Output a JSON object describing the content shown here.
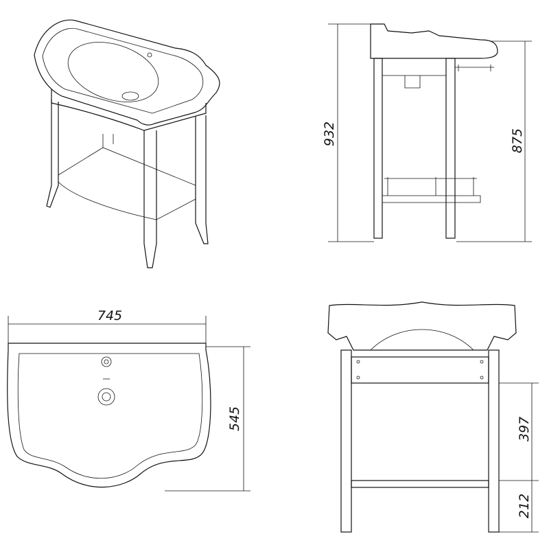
{
  "title": "Washbasin with console stand - dimensional drawing",
  "dimensions": {
    "total_height": "932",
    "console_height": "875",
    "width": "745",
    "depth": "545",
    "upper_leg_segment": "397",
    "lower_leg_segment": "212"
  },
  "views": [
    "isometric",
    "side",
    "top",
    "front"
  ]
}
